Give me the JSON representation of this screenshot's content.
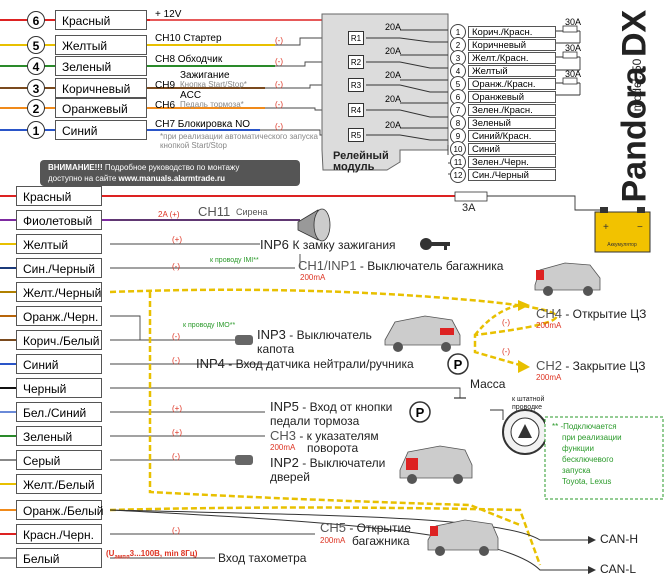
{
  "brand": {
    "name": "Pandora DX",
    "model": "model: 50"
  },
  "top_connector": [
    {
      "num": "6",
      "color": "Красный",
      "func": "+ 12V",
      "sub": "",
      "pol": "",
      "wire": "#d22"
    },
    {
      "num": "5",
      "color": "Желтый",
      "func": "CH10 Стартер",
      "sub": "",
      "pol": "(-)",
      "wire": "#e8c000"
    },
    {
      "num": "4",
      "color": "Зеленый",
      "func": "CH8 Обходчик",
      "sub": "",
      "pol": "(-)",
      "wire": "#2a8a2a"
    },
    {
      "num": "3",
      "color": "Коричневый",
      "func": "Зажигание",
      "func2": "CH9",
      "sub": "Кнопка Start/Stop*",
      "pol": "(-)",
      "wire": "#7a4a1e"
    },
    {
      "num": "2",
      "color": "Оранжевый",
      "func": "ACC",
      "func2": "CH6",
      "sub": "Педаль тормоза*",
      "pol": "(-)",
      "wire": "#f08a1a"
    },
    {
      "num": "1",
      "color": "Синий",
      "func": "CH7 Блокировка NO",
      "sub": "",
      "pol": "(-)",
      "wire": "#2a55c8"
    }
  ],
  "top_note": "*при реализации автоматического запуска кнопкой Start/Stop",
  "relay_module": {
    "title1": "Релейный",
    "title2": "модуль",
    "relays": [
      "R1",
      "R2",
      "R3",
      "R4",
      "R5"
    ],
    "fuses": [
      "20A",
      "20A",
      "20A",
      "20A",
      "20A"
    ],
    "ext_fuses": [
      "30A",
      "30A",
      "30A"
    ]
  },
  "relay_outputs": [
    {
      "num": "1",
      "label": "Корич./Красн."
    },
    {
      "num": "2",
      "label": "Коричневый"
    },
    {
      "num": "3",
      "label": "Желт./Красн."
    },
    {
      "num": "4",
      "label": "Желтый"
    },
    {
      "num": "5",
      "label": "Оранж./Красн."
    },
    {
      "num": "6",
      "label": "Оранжевый"
    },
    {
      "num": "7",
      "label": "Зелен./Красн."
    },
    {
      "num": "8",
      "label": "Зеленый"
    },
    {
      "num": "9",
      "label": "Синий/Красн."
    },
    {
      "num": "10",
      "label": "Синий"
    },
    {
      "num": "11",
      "label": "Зелен./Черн."
    },
    {
      "num": "12",
      "label": "Син./Черный"
    }
  ],
  "warning": {
    "bold": "ВНИМАНИЕ!!!",
    "text": " Подробное руководство по монтажу",
    "line2a": "доступно на сайте ",
    "url": "www.manuals.alarmtrade.ru"
  },
  "main_connector": [
    {
      "color": "Красный"
    },
    {
      "color": "Фиолетовый"
    },
    {
      "color": "Желтый"
    },
    {
      "color": "Син./Черный"
    },
    {
      "color": "Желт./Черный"
    },
    {
      "color": "Оранж./Черн."
    },
    {
      "color": "Корич./Белый"
    },
    {
      "color": "Синий"
    },
    {
      "color": "Черный"
    },
    {
      "color": "Бел./Синий"
    },
    {
      "color": "Зеленый"
    },
    {
      "color": "Серый"
    },
    {
      "color": "Желт./Белый"
    },
    {
      "color": "Оранж./Белый"
    },
    {
      "color": "Красн./Черн."
    },
    {
      "color": "Белый"
    }
  ],
  "functions": {
    "fuse3a": "3A",
    "ch11": "CH11",
    "siren": "Сирена",
    "ch11_pol": "2A (+)",
    "inp6_pol": "(+)",
    "inp6": "INP6",
    "inp6_text": "К замку зажигания",
    "imi_note": "к проводу IMI**",
    "ch1": "CH1/INP1",
    "ch1_text": " - Выключатель багажника",
    "ch1_pol": "(-)",
    "ch1_ma": "200mA",
    "ch4": "CH4",
    "ch4_text": " - Открытие ЦЗ",
    "ch4_ma": "200mA",
    "ch4_pol": "(-)",
    "ch2": "CH2",
    "ch2_text": " - Закрытие ЦЗ",
    "ch2_ma": "200mA",
    "ch2_pol": "(-)",
    "imo_note": "к проводу IMO**",
    "inp3": "INP3",
    "inp3_text1": " - Выключатель",
    "inp3_text2": "капота",
    "inp3_pol": "(-)",
    "inp4": "INP4",
    "inp4_text": " - Вход датчика нейтрали/ручника",
    "inp4_pol": "(-)",
    "massa": "Масса",
    "inp5": "INP5",
    "inp5_text1": " - Вход от кнопки",
    "inp5_text2": "педали тормоза",
    "inp5_pol": "(+)",
    "ch3": "CH3",
    "ch3_text1": " - к указателям",
    "ch3_text2": "поворота",
    "ch3_ma": "200mA",
    "ch3_pol": "(+)",
    "inp2": "INP2",
    "inp2_text1": " - Выключатели",
    "inp2_text2": "дверей",
    "inp2_pol": "(-)",
    "k_shtatnoy1": "к штатной",
    "k_shtatnoy2": "проводке",
    "ch5": "CH5",
    "ch5_text1": " - Открытие",
    "ch5_text2": "багажника",
    "ch5_ma": "200mA",
    "ch5_pol": "(-)",
    "tacho_note": "(U",
    "tacho_sub": "ампл",
    "tacho_note2": "3...100В, min 8Гц)",
    "tacho": "Вход тахометра",
    "can_h": "CAN-H",
    "can_l": "CAN-L",
    "battery": "Аккумулятор"
  },
  "side_note": [
    "** -Подключается",
    "при реализации",
    "функции",
    "бесключевого",
    "запуска",
    "Toyota, Lexus"
  ]
}
